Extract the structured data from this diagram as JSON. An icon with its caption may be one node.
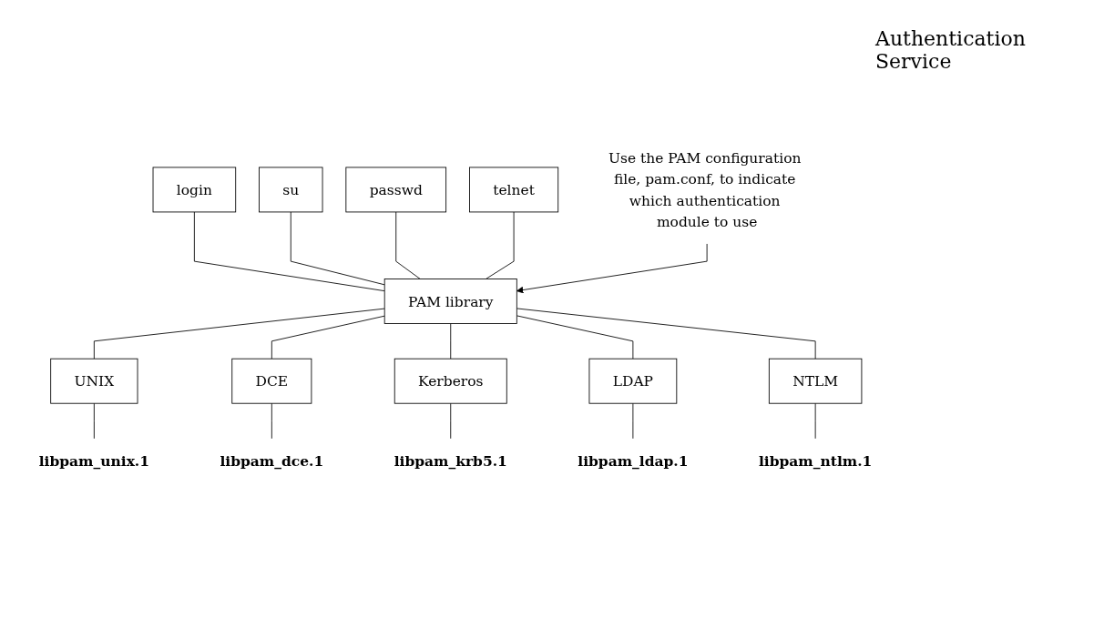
{
  "diagram": {
    "nodes": [
      {
        "text": [
          "login"
        ]
      },
      {
        "text": [
          "su"
        ]
      },
      {
        "text": [
          "passwd"
        ]
      },
      {
        "text": [
          "telnet"
        ]
      },
      {
        "text": [
          "PAM library"
        ]
      },
      {
        "text": [
          "Use the PAM configuration file, pam.conf, to indicate which authentication module to use"
        ]
      },
      {
        "text": [
          "UNIX"
        ]
      },
      {
        "text": [
          "DCE"
        ]
      },
      {
        "text": [
          "Kerberos"
        ]
      },
      {
        "text": [
          "LDAP"
        ]
      },
      {
        "text": [
          "NTLM"
        ]
      },
      {
        "text": [
          "libpam_unix.1"
        ]
      },
      {
        "text": [
          "libpam_dce.1"
        ]
      },
      {
        "text": [
          "libpam_krb5.1"
        ]
      },
      {
        "text": [
          "libpam_ldap.1"
        ]
      },
      {
        "text": [
          "libpam_ntlm.1"
        ]
      }
    ],
    "edges": [
      {
        "from": 0,
        "to": 4,
        "arrow": "none"
      },
      {
        "from": 1,
        "to": 4,
        "arrow": "none"
      },
      {
        "from": 2,
        "to": 4,
        "arrow": "none"
      },
      {
        "from": 3,
        "to": 4,
        "arrow": "none"
      },
      {
        "from": 5,
        "to": 4,
        "arrow": "to"
      },
      {
        "from": 4,
        "to": 6,
        "arrow": "none"
      },
      {
        "from": 4,
        "to": 7,
        "arrow": "none"
      },
      {
        "from": 4,
        "to": 8,
        "arrow": "none"
      },
      {
        "from": 4,
        "to": 9,
        "arrow": "none"
      },
      {
        "from": 4,
        "to": 10,
        "arrow": "none"
      },
      {
        "from": 6,
        "to": 11,
        "arrow": "none"
      },
      {
        "from": 7,
        "to": 12,
        "arrow": "none"
      },
      {
        "from": 8,
        "to": 13,
        "arrow": "none"
      },
      {
        "from": 9,
        "to": 14,
        "arrow": "none"
      },
      {
        "from": 10,
        "to": 15,
        "arrow": "none"
      }
    ],
    "labels": [
      "Authentication Service"
    ]
  }
}
